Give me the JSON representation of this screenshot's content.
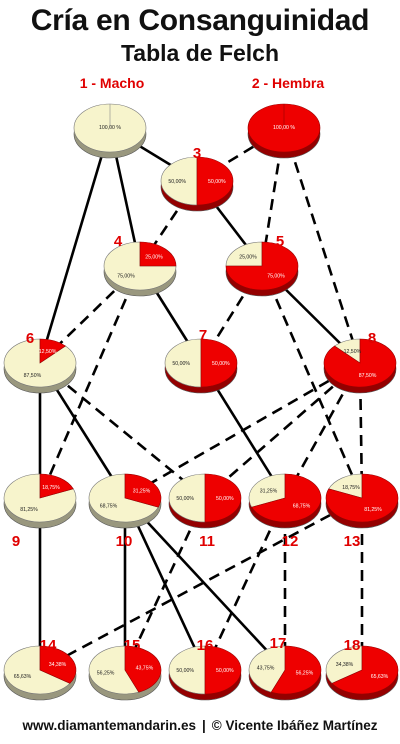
{
  "title": "Cría en Consanguinidad",
  "subtitle": "Tabla de Felch",
  "footer": {
    "site": "www.diamantemandarin.es",
    "separator": "|",
    "author": "© Vicente Ibáñez Martínez"
  },
  "colors": {
    "red": "#ee0000",
    "cream": "#f7f4cc",
    "label_red": "#e00000",
    "line": "#000000"
  },
  "nodes": [
    {
      "id": 1,
      "label": "1 - Macho",
      "red_pct": 0,
      "cream_text": "100,00 %",
      "red_text": ""
    },
    {
      "id": 2,
      "label": "2 - Hembra",
      "red_pct": 100,
      "cream_text": "",
      "red_text": "100,00 %"
    },
    {
      "id": 3,
      "label": "3",
      "red_pct": 50,
      "cream_text": "50,00%",
      "red_text": "50,00%"
    },
    {
      "id": 4,
      "label": "4",
      "red_pct": 25,
      "cream_text": "75,00%",
      "red_text": "25,00%"
    },
    {
      "id": 5,
      "label": "5",
      "red_pct": 75,
      "cream_text": "25,00%",
      "red_text": "75,00%"
    },
    {
      "id": 6,
      "label": "6",
      "red_pct": 12.5,
      "cream_text": "87,50%",
      "red_text": "12,50%"
    },
    {
      "id": 7,
      "label": "7",
      "red_pct": 50,
      "cream_text": "50,00%",
      "red_text": "50,00%"
    },
    {
      "id": 8,
      "label": "8",
      "red_pct": 87.5,
      "cream_text": "12,50%",
      "red_text": "87,50%"
    },
    {
      "id": 9,
      "label": "9",
      "red_pct": 18.75,
      "cream_text": "81,25%",
      "red_text": "18,75%"
    },
    {
      "id": 10,
      "label": "10",
      "red_pct": 31.25,
      "cream_text": "68,75%",
      "red_text": "31,25%"
    },
    {
      "id": 11,
      "label": "11",
      "red_pct": 50,
      "cream_text": "50,00%",
      "red_text": "50,00%"
    },
    {
      "id": 12,
      "label": "12",
      "red_pct": 68.75,
      "cream_text": "31,25%",
      "red_text": "68,75%"
    },
    {
      "id": 13,
      "label": "13",
      "red_pct": 81.25,
      "cream_text": "18,75%",
      "red_text": "81,25%"
    },
    {
      "id": 14,
      "label": "14",
      "red_pct": 34.375,
      "cream_text": "65,63%",
      "red_text": "34,38%"
    },
    {
      "id": 15,
      "label": "15",
      "red_pct": 43.75,
      "cream_text": "56,25%",
      "red_text": "43,75%"
    },
    {
      "id": 16,
      "label": "16",
      "red_pct": 50,
      "cream_text": "50,00%",
      "red_text": "50,00%"
    },
    {
      "id": 17,
      "label": "17",
      "red_pct": 56.25,
      "cream_text": "43,75%",
      "red_text": "56,25%"
    },
    {
      "id": 18,
      "label": "18",
      "red_pct": 65.625,
      "cream_text": "34,38%",
      "red_text": "65,63%"
    }
  ],
  "edges": [
    {
      "from": 1,
      "to": 3,
      "style": "solid"
    },
    {
      "from": 2,
      "to": 3,
      "style": "dashed"
    },
    {
      "from": 1,
      "to": 4,
      "style": "solid"
    },
    {
      "from": 3,
      "to": 4,
      "style": "dashed"
    },
    {
      "from": 3,
      "to": 5,
      "style": "solid"
    },
    {
      "from": 2,
      "to": 5,
      "style": "dashed"
    },
    {
      "from": 1,
      "to": 6,
      "style": "solid"
    },
    {
      "from": 4,
      "to": 6,
      "style": "dashed"
    },
    {
      "from": 4,
      "to": 7,
      "style": "solid"
    },
    {
      "from": 5,
      "to": 7,
      "style": "dashed"
    },
    {
      "from": 5,
      "to": 8,
      "style": "solid"
    },
    {
      "from": 2,
      "to": 8,
      "style": "dashed"
    },
    {
      "from": 6,
      "to": 9,
      "style": "solid"
    },
    {
      "from": 4,
      "to": 9,
      "style": "dashed"
    },
    {
      "from": 6,
      "to": 10,
      "style": "solid"
    },
    {
      "from": 8,
      "to": 10,
      "style": "dashed"
    },
    {
      "from": 6,
      "to": 11,
      "style": "dashed"
    },
    {
      "from": 8,
      "to": 11,
      "style": "dashed"
    },
    {
      "from": 7,
      "to": 12,
      "style": "solid"
    },
    {
      "from": 8,
      "to": 12,
      "style": "dashed"
    },
    {
      "from": 5,
      "to": 13,
      "style": "dashed"
    },
    {
      "from": 8,
      "to": 13,
      "style": "dashed"
    },
    {
      "from": 9,
      "to": 14,
      "style": "solid"
    },
    {
      "from": 13,
      "to": 14,
      "style": "dashed"
    },
    {
      "from": 10,
      "to": 15,
      "style": "solid"
    },
    {
      "from": 11,
      "to": 15,
      "style": "dashed"
    },
    {
      "from": 10,
      "to": 16,
      "style": "solid"
    },
    {
      "from": 12,
      "to": 16,
      "style": "dashed"
    },
    {
      "from": 10,
      "to": 17,
      "style": "solid"
    },
    {
      "from": 12,
      "to": 17,
      "style": "dashed"
    },
    {
      "from": 13,
      "to": 18,
      "style": "dashed"
    }
  ]
}
